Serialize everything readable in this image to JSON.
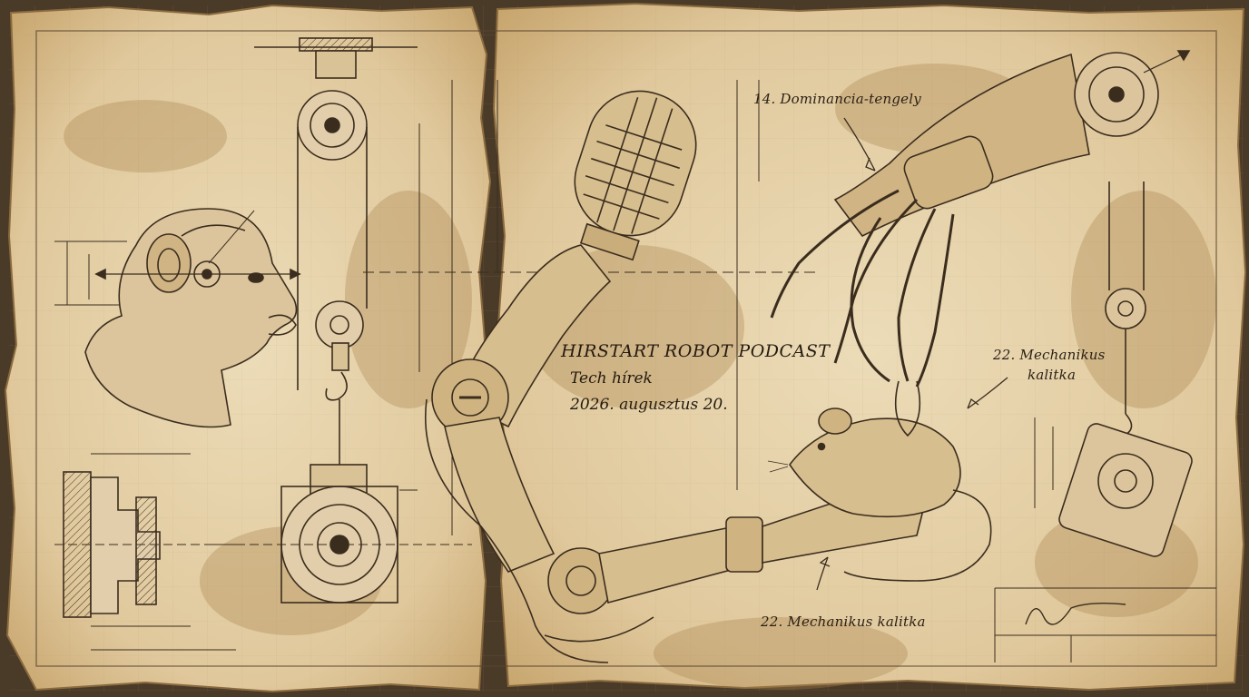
{
  "title_block": {
    "title": "HIRSTART ROBOT PODCAST",
    "subtitle": "Tech hírek",
    "date": "2026. augusztus 20."
  },
  "annotations": {
    "axis_label": "14. Dominancia-tengely",
    "cage_label_right_line1": "22. Mechanikus",
    "cage_label_right_line2": "kalitka",
    "cage_label_bottom": "22. Mechanikus kalitka"
  },
  "colors": {
    "paper": "#e6d2ab",
    "paper_dark": "#c9a873",
    "stain": "#a9844e",
    "ink": "#3b2d1e",
    "ink_light": "#6b5638"
  },
  "icons": [
    "microphone-icon",
    "robot-arm-icon",
    "robot-hand-icon",
    "mouse-icon",
    "monkey-head-icon",
    "pulley-icon",
    "gear-icon",
    "signature-mark"
  ]
}
